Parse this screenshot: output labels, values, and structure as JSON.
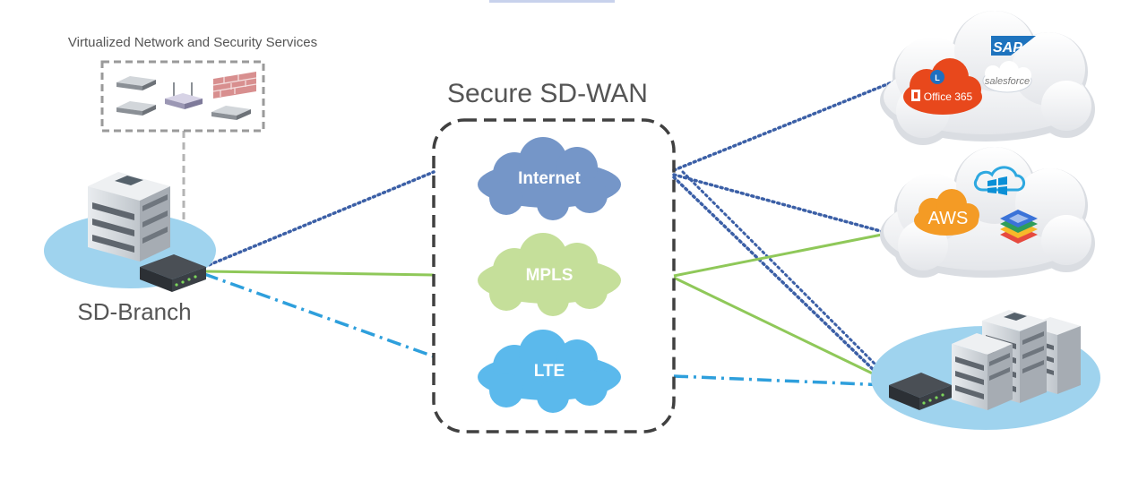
{
  "services_caption": "Virtualized Network and Security Services",
  "sdwan_title": "Secure SD-WAN",
  "branch_label": "SD-Branch",
  "networks": {
    "internet": "Internet",
    "mpls": "MPLS",
    "lte": "LTE"
  },
  "saas": {
    "sap": "SAP",
    "salesforce": "salesforce",
    "office365": "Office 365"
  },
  "iaas": {
    "aws": "AWS"
  },
  "colors": {
    "internet_cloud": "#7596c8",
    "mpls_cloud": "#c5df9a",
    "lte_cloud": "#5bb9ec",
    "internet_link": "#3b5fa6",
    "mpls_link": "#8fc859",
    "lte_link": "#2e9fdc",
    "aws": "#f49b25",
    "office365": "#e8481c",
    "sap": "#1e73be"
  }
}
